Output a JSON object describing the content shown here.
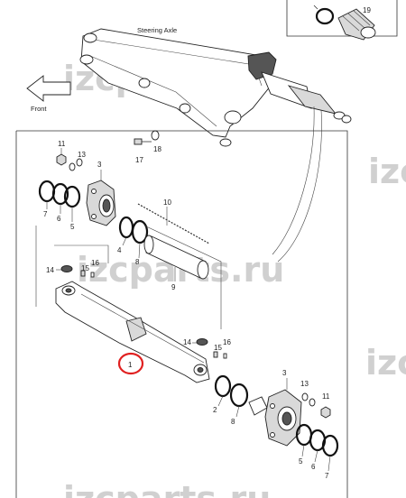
{
  "diagram": {
    "axle_label": "Steering Axle",
    "direction_label": "Front",
    "watermark": "izcparts.ru",
    "watermark_partial": "izc",
    "highlight_color": "#e02020",
    "callouts": {
      "c1": "1",
      "c2": "2",
      "c3a": "3",
      "c3b": "3",
      "c4": "4",
      "c5a": "5",
      "c5b": "5",
      "c6a": "6",
      "c6b": "6",
      "c7a": "7",
      "c7b": "7",
      "c8a": "8",
      "c8b": "8",
      "c9": "9",
      "c10": "10",
      "c11a": "11",
      "c11b": "11",
      "c13a": "13",
      "c13b": "13",
      "c14a": "14",
      "c14b": "14",
      "c15a": "15",
      "c15b": "15",
      "c16a": "16",
      "c16b": "16",
      "c17": "17",
      "c18": "18",
      "c19": "19"
    }
  }
}
